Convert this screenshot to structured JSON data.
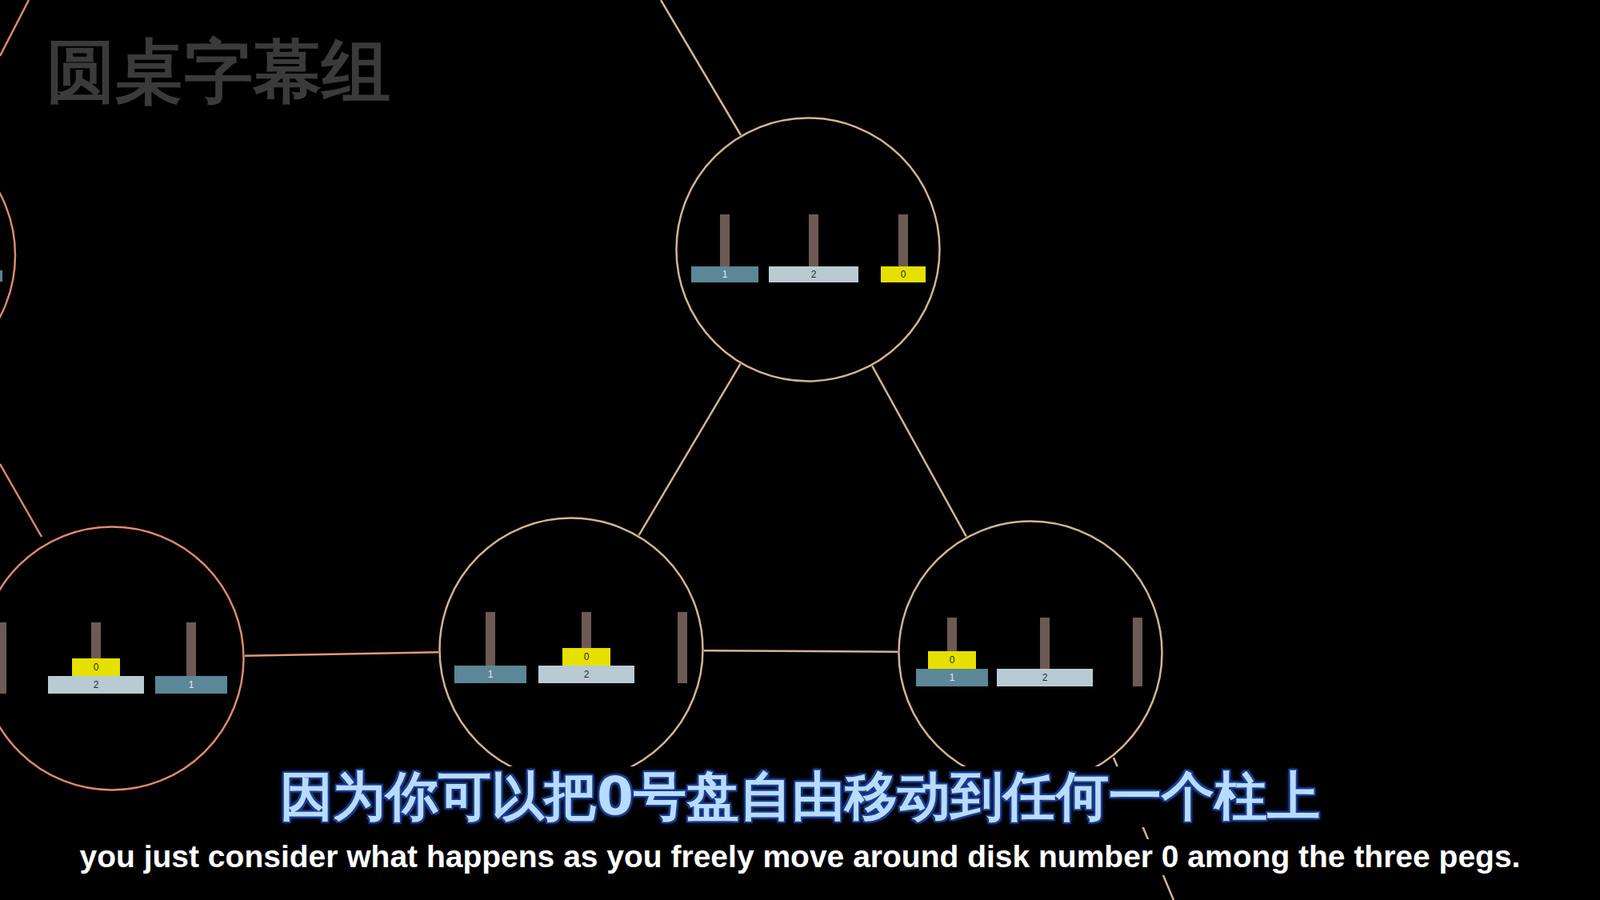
{
  "diagram": {
    "nodes": [
      {
        "text": []
      },
      {
        "text": [
          "1"
        ],
        "in": 0
      },
      {
        "text": [
          "2"
        ],
        "in": 0
      },
      {
        "text": [
          "0"
        ],
        "in": 0
      },
      {
        "text": []
      },
      {
        "text": [
          "0"
        ],
        "in": 4
      },
      {
        "text": [
          "2"
        ],
        "in": 4
      },
      {
        "text": [
          "1"
        ],
        "in": 4
      },
      {
        "text": []
      },
      {
        "text": [
          "1"
        ],
        "in": 8
      },
      {
        "text": [
          "0"
        ],
        "in": 8
      },
      {
        "text": [
          "2"
        ],
        "in": 8
      },
      {
        "text": []
      },
      {
        "text": [
          "0"
        ],
        "in": 12
      },
      {
        "text": [
          "1"
        ],
        "in": 12
      },
      {
        "text": [
          "2"
        ],
        "in": 12
      }
    ],
    "edges": [
      {
        "from": 0,
        "to": 8,
        "arrow": "none"
      },
      {
        "from": 0,
        "to": 12,
        "arrow": "none"
      },
      {
        "from": 8,
        "to": 12,
        "arrow": "none"
      },
      {
        "from": 4,
        "to": 8,
        "arrow": "none"
      }
    ],
    "labels": [
      "圆桌字幕组",
      "因为你可以把0号盘自由移动到任何一个柱上",
      "you just consider what happens as you freely move around disk number 0 among the three pegs."
    ]
  }
}
